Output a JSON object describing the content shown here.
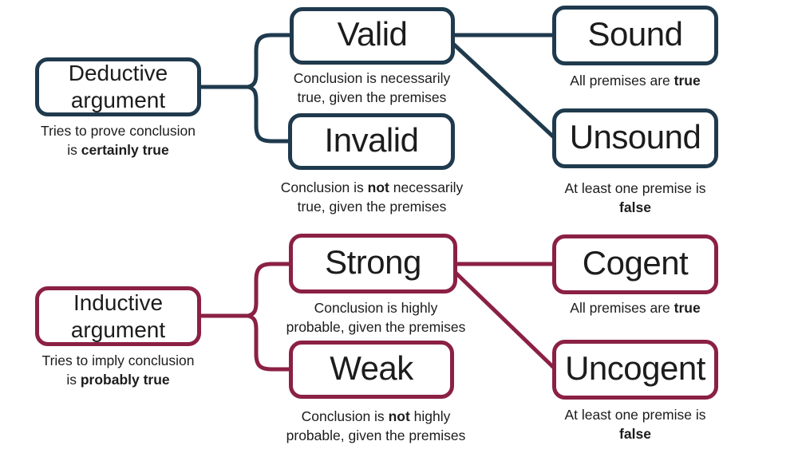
{
  "colors": {
    "navy": "#1f3a4d",
    "maroon": "#8b2045",
    "ink": "#1c1c1c",
    "paper": "#ffffff"
  },
  "deductive": {
    "root": {
      "line1": "Deductive",
      "line2": "argument"
    },
    "root_caption": {
      "line1": "Tries to prove conclusion",
      "line2_pre": "is ",
      "line2_bold": "certainly true"
    },
    "valid": {
      "label": "Valid"
    },
    "valid_caption": {
      "line1": "Conclusion is necessarily",
      "line2": "true, given the premises"
    },
    "invalid": {
      "label": "Invalid"
    },
    "invalid_caption": {
      "line1_pre": "Conclusion is ",
      "line1_bold": "not",
      "line1_post": " necessarily",
      "line2": "true, given the premises"
    },
    "sound": {
      "label": "Sound"
    },
    "sound_caption": {
      "pre": "All premises are ",
      "bold": "true"
    },
    "unsound": {
      "label": "Unsound"
    },
    "unsound_caption": {
      "line1": "At least one premise is",
      "line2_bold": "false"
    },
    "edges": [
      "Deductive argument -> Valid",
      "Deductive argument -> Invalid",
      "Valid -> Sound",
      "Valid -> Unsound"
    ]
  },
  "inductive": {
    "root": {
      "line1": "Inductive",
      "line2": "argument"
    },
    "root_caption": {
      "line1": "Tries to imply conclusion",
      "line2_pre": "is ",
      "line2_bold": "probably true"
    },
    "strong": {
      "label": "Strong"
    },
    "strong_caption": {
      "line1": "Conclusion is highly",
      "line2": "probable, given the premises"
    },
    "weak": {
      "label": "Weak"
    },
    "weak_caption": {
      "line1_pre": "Conclusion is ",
      "line1_bold": "not",
      "line1_post": " highly",
      "line2": "probable, given the premises"
    },
    "cogent": {
      "label": "Cogent"
    },
    "cogent_caption": {
      "pre": "All premises are ",
      "bold": "true"
    },
    "uncogent": {
      "label": "Uncogent"
    },
    "uncogent_caption": {
      "line1": "At least one premise is",
      "line2_bold": "false"
    },
    "edges": [
      "Inductive argument -> Strong",
      "Inductive argument -> Weak",
      "Strong -> Cogent",
      "Strong -> Uncogent"
    ]
  }
}
